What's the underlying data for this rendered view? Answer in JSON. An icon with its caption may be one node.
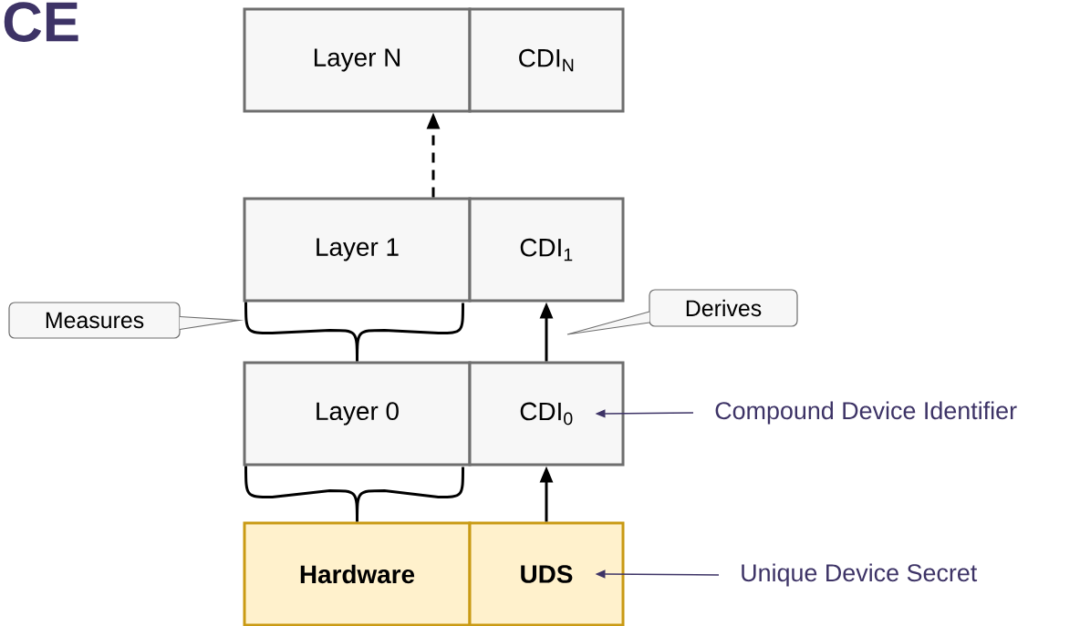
{
  "diagram": {
    "title": "CE",
    "nodes": [
      {
        "text": [
          "Layer N"
        ]
      },
      {
        "text": [
          "CDI$_{N}$"
        ]
      },
      {
        "text": [
          "Layer 1"
        ]
      },
      {
        "text": [
          "CDI$_{1}$"
        ]
      },
      {
        "text": [
          "Layer 0"
        ]
      },
      {
        "text": [
          "CDI$_{0}$"
        ]
      },
      {
        "text": [
          "Hardware"
        ]
      },
      {
        "text": [
          "UDS"
        ]
      },
      {
        "text": [
          "Measures"
        ]
      },
      {
        "text": [
          "Derives"
        ]
      },
      {
        "text": [
          "Compound Device Identifier"
        ]
      },
      {
        "text": [
          "Unique Device Secret"
        ]
      }
    ],
    "edges": [
      {
        "from": 2,
        "to": 0,
        "arrow": "to",
        "style": "dashed"
      },
      {
        "from": 5,
        "to": 3,
        "arrow": "to"
      },
      {
        "from": 7,
        "to": 5,
        "arrow": "to"
      },
      {
        "from": 4,
        "to": 2,
        "arrow": "none"
      },
      {
        "from": 6,
        "to": 4,
        "arrow": "none"
      },
      {
        "from": 10,
        "to": 5,
        "arrow": "to",
        "color": "#3d3366"
      },
      {
        "from": 11,
        "to": 7,
        "arrow": "to",
        "color": "#3d3366"
      }
    ]
  }
}
